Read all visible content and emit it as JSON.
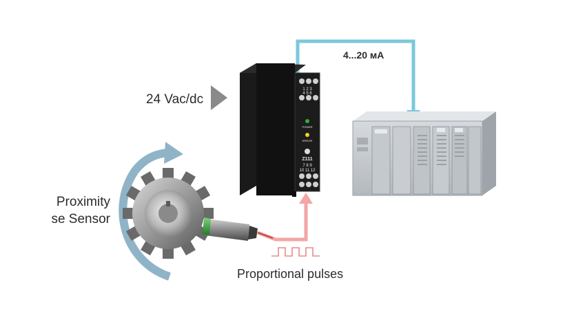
{
  "labels": {
    "supply": "24 Vac/dc",
    "current_signal": "4...20 мA",
    "sensor_line1": "Proximity",
    "sensor_line2": "se Sensor",
    "pulses": "Proportional pulses"
  },
  "device": {
    "model": "Z111",
    "terminals_top_row1": "1  2  3",
    "terminals_top_row2": "4  5  6",
    "terminals_bottom_row1": "7  8  9",
    "terminals_bottom_row2": "10 11 12",
    "led_power": "POWER",
    "led_signal": "ERROR"
  },
  "colors": {
    "current_line": "#7cc8dc",
    "pulse_line": "#f2a6a6",
    "rotation_arrow": "#8fb4c8",
    "supply_arrow": "#8a8a8a",
    "sensor_tip": "#3a9a3a"
  }
}
